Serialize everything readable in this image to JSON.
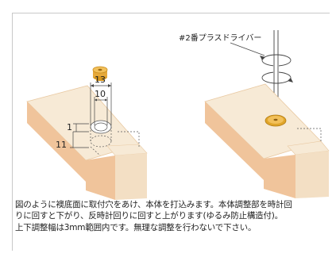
{
  "dimensions": {
    "d13": "13",
    "d10": "10",
    "d1": "1",
    "d11": "11"
  },
  "screwdriver_label": "#2番プラスドライバー",
  "caption": {
    "line1": "図のように襖底面に取付穴をあけ、本体を打込みます。本体調整部を時計回",
    "line2": "りに回すと下がり、反時計回りに回すと上がります(ゆるみ防止構造付)。",
    "line3": "上下調整幅は3mm範囲内です。無理な調整を行わないで下さい。"
  },
  "colors": {
    "wood_light": "#f7ead6",
    "wood_edge": "#f0c49b",
    "brass": "#e0a52a"
  }
}
